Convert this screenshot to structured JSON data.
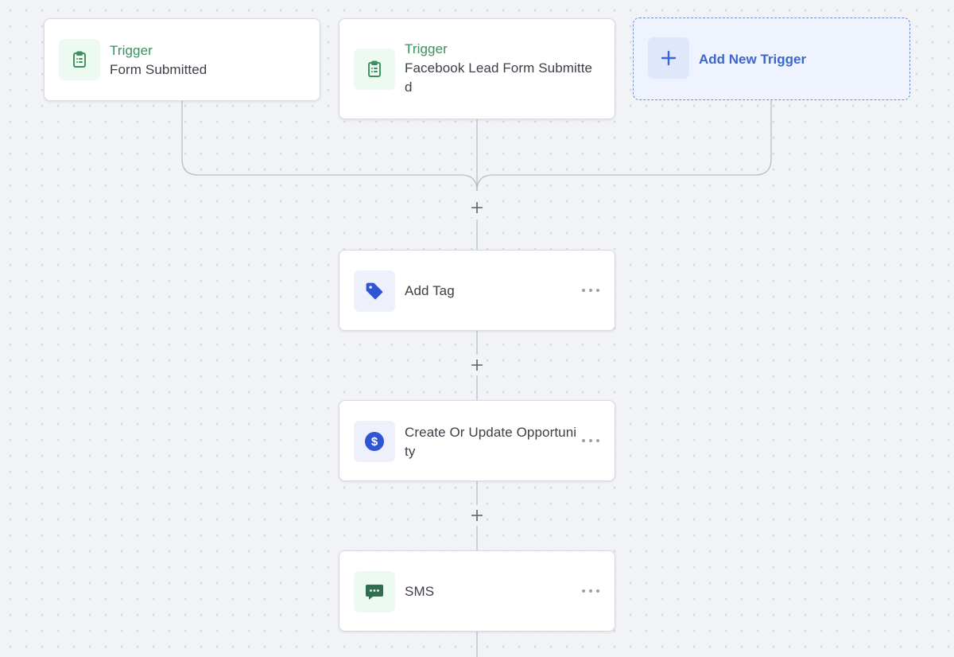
{
  "triggers": [
    {
      "label": "Trigger",
      "name": "Form Submitted"
    },
    {
      "label": "Trigger",
      "name": "Facebook Lead Form Submitted"
    }
  ],
  "add_trigger": {
    "label": "Add New Trigger",
    "icon": "plus-icon"
  },
  "actions": [
    {
      "name": "Add Tag",
      "icon": "tag-icon"
    },
    {
      "name": "Create Or Update Opportunity",
      "icon": "dollar-icon"
    },
    {
      "name": "SMS",
      "icon": "chat-message-icon"
    }
  ],
  "colors": {
    "trigger_green": "#3e8f5f",
    "accent_blue": "#3b66cc",
    "canvas_bg": "#f2f3f7",
    "connector": "#b9bdc4"
  }
}
